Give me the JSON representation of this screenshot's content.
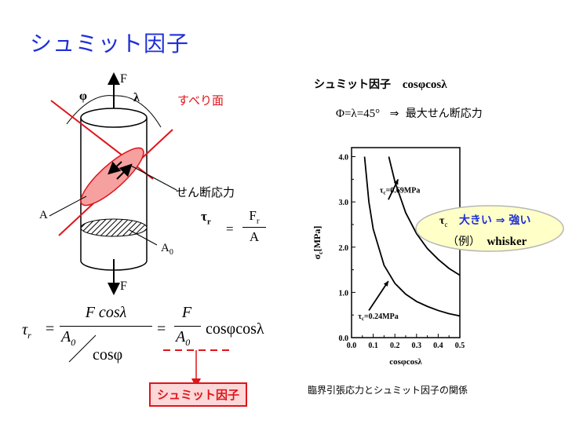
{
  "title": "シュミット因子",
  "cylinder": {
    "force_top": "F",
    "force_bottom": "F",
    "phi": "φ",
    "lambda": "λ",
    "slip_plane": "すべり面",
    "shear_stress": "せん断応力",
    "area_a": "A",
    "area_a0": "A",
    "area_a0_sub": "0"
  },
  "tau_formula": {
    "lhs": "τ",
    "lhs_sub": "r",
    "eq": "=",
    "num": "F",
    "num_sub": "r",
    "den": "A"
  },
  "main_formula": {
    "tau": "τ",
    "tau_sub": "r",
    "eq1": "=",
    "frac1_num": "F cosλ",
    "frac1_den_a": "A",
    "frac1_den_sub": "0",
    "frac1_den_cos": "cosφ",
    "eq2": "=",
    "frac2_num": "F",
    "frac2_den_a": "A",
    "frac2_den_sub": "0",
    "tail": "cosφcosλ"
  },
  "schmid_box": "シュミット因子",
  "header": {
    "schmid_label": "シュミット因子",
    "expr": "cosφcosλ",
    "condition": "Φ=λ=45°",
    "implies": "⇒",
    "result": "最大せん断応力"
  },
  "note": {
    "tau_c": "τ",
    "tau_c_sub": "c",
    "text": "大きい ⇒ 強い",
    "example": "（例）",
    "example_word": "whisker"
  },
  "caption": "臨界引張応力とシュミット因子の関係",
  "colors": {
    "title_blue": "#1e2fd8",
    "accent_red": "#e0141b",
    "plane_fill": "#f7a0a0",
    "bubble_fill": "#ffffc8"
  },
  "chart_data": {
    "type": "line",
    "xlabel": "cosφcosλ",
    "ylabel": "σ",
    "ylabel_sub": "c",
    "ylabel_unit": "[MPa]",
    "xlim": [
      0.0,
      0.5
    ],
    "ylim": [
      0.0,
      4.2
    ],
    "x_ticks": [
      "0.0",
      "0.1",
      "0.2",
      "0.3",
      "0.4",
      "0.5"
    ],
    "y_ticks": [
      "0.0",
      "1.0",
      "2.0",
      "3.0",
      "4.0"
    ],
    "grid": false,
    "series": [
      {
        "name": "τc=0.69MPa",
        "x": [
          0.172,
          0.2,
          0.25,
          0.3,
          0.35,
          0.4,
          0.45,
          0.5
        ],
        "y": [
          4.0,
          3.45,
          2.76,
          2.3,
          1.97,
          1.73,
          1.53,
          1.38
        ]
      },
      {
        "name": "τc=0.24MPa",
        "x": [
          0.06,
          0.08,
          0.1,
          0.15,
          0.2,
          0.25,
          0.3,
          0.35,
          0.4,
          0.45,
          0.5
        ],
        "y": [
          4.0,
          3.0,
          2.4,
          1.6,
          1.2,
          0.96,
          0.8,
          0.69,
          0.6,
          0.53,
          0.48
        ]
      }
    ],
    "annotations": [
      {
        "label": "τ",
        "sub": "c",
        "rest": "=0.69MPa"
      },
      {
        "label": "τ",
        "sub": "c",
        "rest": "=0.24MPa"
      }
    ]
  }
}
